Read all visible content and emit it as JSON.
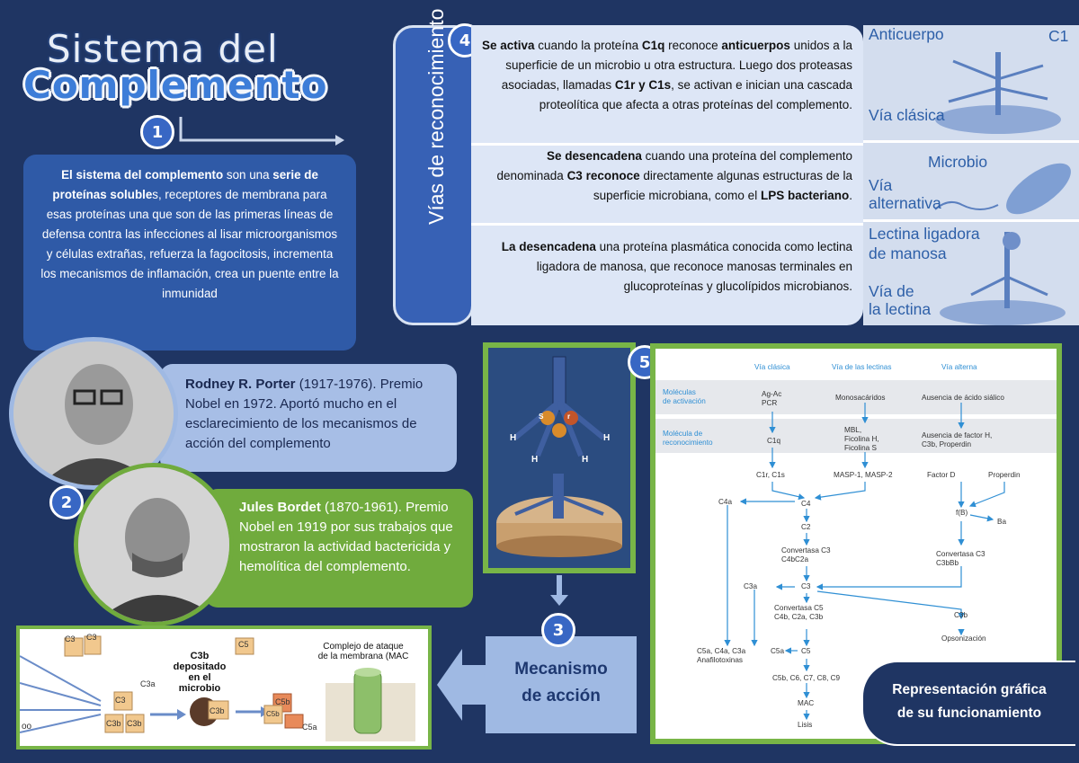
{
  "title": {
    "line1": "Sistema del",
    "line2": "Complemento"
  },
  "badges": {
    "b1": "1",
    "b2": "2",
    "b3": "3",
    "b4": "4",
    "b5": "5"
  },
  "intro": {
    "p1": "El sistema del complemento",
    "p2": " son una ",
    "p3": "serie de proteínas soluble",
    "p4": "s, receptores de membrana para esas proteínas una que son de las primeras líneas de defensa contra las infecciones al lisar microorganismos y células extrañas, refuerza la fagocitosis, incrementa los mecanismos de inflamación, crea un puente entre la inmunidad"
  },
  "vias": {
    "label": "Vías de reconocimiento",
    "row1": {
      "b1": "Se activa",
      "t1": " cuando la proteína ",
      "b2": "C1q",
      "t2": " reconoce ",
      "b3": "anticuerpos",
      "t3": " unidos a la superficie de un microbio u otra estructura. Luego dos proteasas asociadas, llamadas ",
      "b4": "C1r y C1s",
      "t4": ", se activan e inician una cascada proteolítica que afecta a otras proteínas del complemento."
    },
    "row2": {
      "b1": "Se desencadena",
      "t1": " cuando una proteína del complemento denominada ",
      "b2": "C3 reconoce",
      "t2": " directamente algunas estructuras de la superficie microbiana, como el ",
      "b3": "LPS bacteriano",
      "t3": "."
    },
    "row3": {
      "b1": "La desencadena",
      "t1": " una proteína plasmática conocida como lectina ligadora de manosa, que reconoce manosas terminales en glucoproteínas y glucolípidos microbianos."
    }
  },
  "via_images": {
    "anticuerpo": "Anticuerpo",
    "c1": "C1",
    "clasica": "Vía clásica",
    "microbio": "Microbio",
    "alternativa_1": "Vía",
    "alternativa_2": "alternativa",
    "lectina_1": "Lectina ligadora",
    "lectina_2": "de manosa",
    "via_lectina_1": "Vía de",
    "via_lectina_2": "la lectina"
  },
  "porter": {
    "name": "Rodney R. Porter",
    "text": " (1917-1976). Premio Nobel en 1972. Aportó mucho en el esclarecimiento de los mecanismos de acción del complemento"
  },
  "bordet": {
    "name": "Jules Bordet",
    "text": " (1870-1961). Premio Nobel en 1919 por sus trabajos que mostraron la actividad bactericida y hemolítica del complemento."
  },
  "mechanism": {
    "line1": "Mecanismo",
    "line2": "de acción",
    "img": {
      "c3a": "C3a",
      "c3": "C3",
      "c3b": "C3b",
      "dep_1": "C3b depositado",
      "dep_2": "en el",
      "dep_3": "microbio",
      "c5": "C5",
      "c5b": "C5b",
      "c5a": "C5a",
      "mac_1": "Complejo de ataque",
      "mac_2": "de la membrana (MAC",
      "oo": "oo"
    }
  },
  "molecule": {
    "s": "S",
    "r": "r",
    "h": "H"
  },
  "flow": {
    "h_clasica": "Vía clásica",
    "h_lectinas": "Vía de las lectinas",
    "h_alterna": "Vía alterna",
    "mol_act_1": "Moléculas",
    "mol_act_2": "de activación",
    "mol_rec_1": "Molécula de",
    "mol_rec_2": "reconocimiento",
    "agac_1": "Ag-Ac",
    "agac_2": "PCR",
    "mono": "Monosacáridos",
    "ausencia_acido": "Ausencia de ácido siálico",
    "c1q": "C1q",
    "mbl_1": "MBL,",
    "mbl_2": "Ficolina H,",
    "mbl_3": "Ficolina S",
    "aus_h_1": "Ausencia de factor H,",
    "aus_h_2": "C3b, Properdin",
    "c1r": "C1r, C1s",
    "masp": "MASP-1, MASP-2",
    "factor_d": "Factor D",
    "properdin": "Properdin",
    "c4a": "C4a",
    "c4": "C4",
    "c2": "C2",
    "fb": "f(B)",
    "ba": "Ba",
    "conv_c3_1": "Convertasa C3",
    "conv_c3_2": "C4bC2a",
    "conv_c3b_1": "Convertasa C3",
    "conv_c3b_2": "C3bBb",
    "c3a": "C3a",
    "c3": "C3",
    "conv_c5_1": "Convertasa C5",
    "conv_c5_2": "C4b, C2a, C3b",
    "c3b": "C3b",
    "opson": "Opsonización",
    "ana_1": "C5a, C4a, C3a",
    "ana_2": "Anafilotoxinas",
    "c5a": "C5a",
    "c5": "C5",
    "c5b": "C5b, C6, C7, C8, C9",
    "mac": "MAC",
    "lisis": "Lisis"
  },
  "representation": {
    "line1": "Representación gráfica",
    "line2": "de su funcionamiento"
  }
}
